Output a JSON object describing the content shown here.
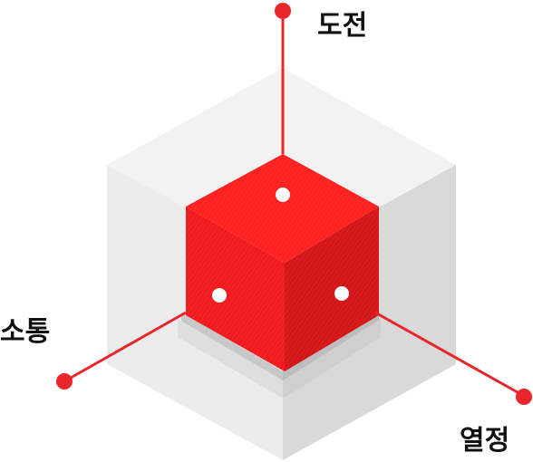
{
  "labels": {
    "top": "도전",
    "left": "소통",
    "right": "열정"
  },
  "colors": {
    "accent": "#e8262b",
    "cube_top": "#ff2020",
    "cube_left": "#f11b1f",
    "cube_right": "#d41619",
    "outer_top": "#f2f2f2",
    "outer_left": "#ececec",
    "outer_right": "#d9d9d9",
    "dot": "#ffffff"
  }
}
